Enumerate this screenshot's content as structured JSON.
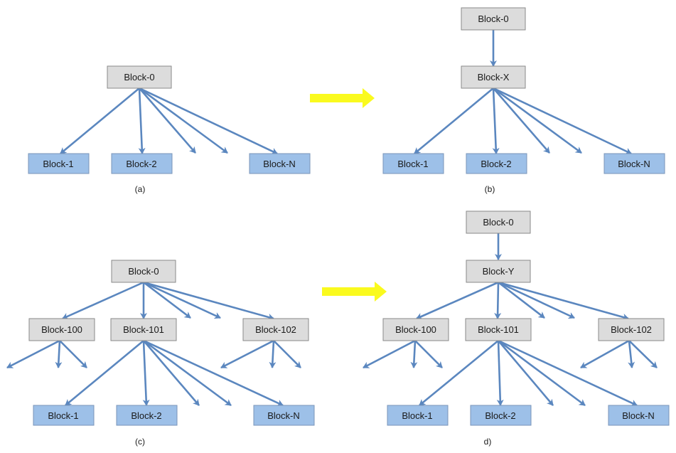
{
  "panels": [
    {
      "caption": "(a)",
      "root": "Block-0",
      "leaves": [
        "Block-1",
        "Block-2",
        "Block-N"
      ]
    },
    {
      "caption": "(b)",
      "root": "Block-0",
      "inserted": "Block-X",
      "leaves": [
        "Block-1",
        "Block-2",
        "Block-N"
      ]
    },
    {
      "caption": "(c)",
      "root": "Block-0",
      "middle": [
        "Block-100",
        "Block-101",
        "Block-102"
      ],
      "leaves": [
        "Block-1",
        "Block-2",
        "Block-N"
      ]
    },
    {
      "caption": "d)",
      "root": "Block-0",
      "inserted": "Block-Y",
      "middle": [
        "Block-100",
        "Block-101",
        "Block-102"
      ],
      "leaves": [
        "Block-1",
        "Block-2",
        "Block-N"
      ]
    }
  ],
  "colors": {
    "root_fill": "#dcdcdc",
    "leaf_fill": "#9dc0e8",
    "edge": "#5b87bf",
    "transition_arrow": "#fafa1e"
  },
  "icons": [
    "yellow-right-arrow"
  ]
}
